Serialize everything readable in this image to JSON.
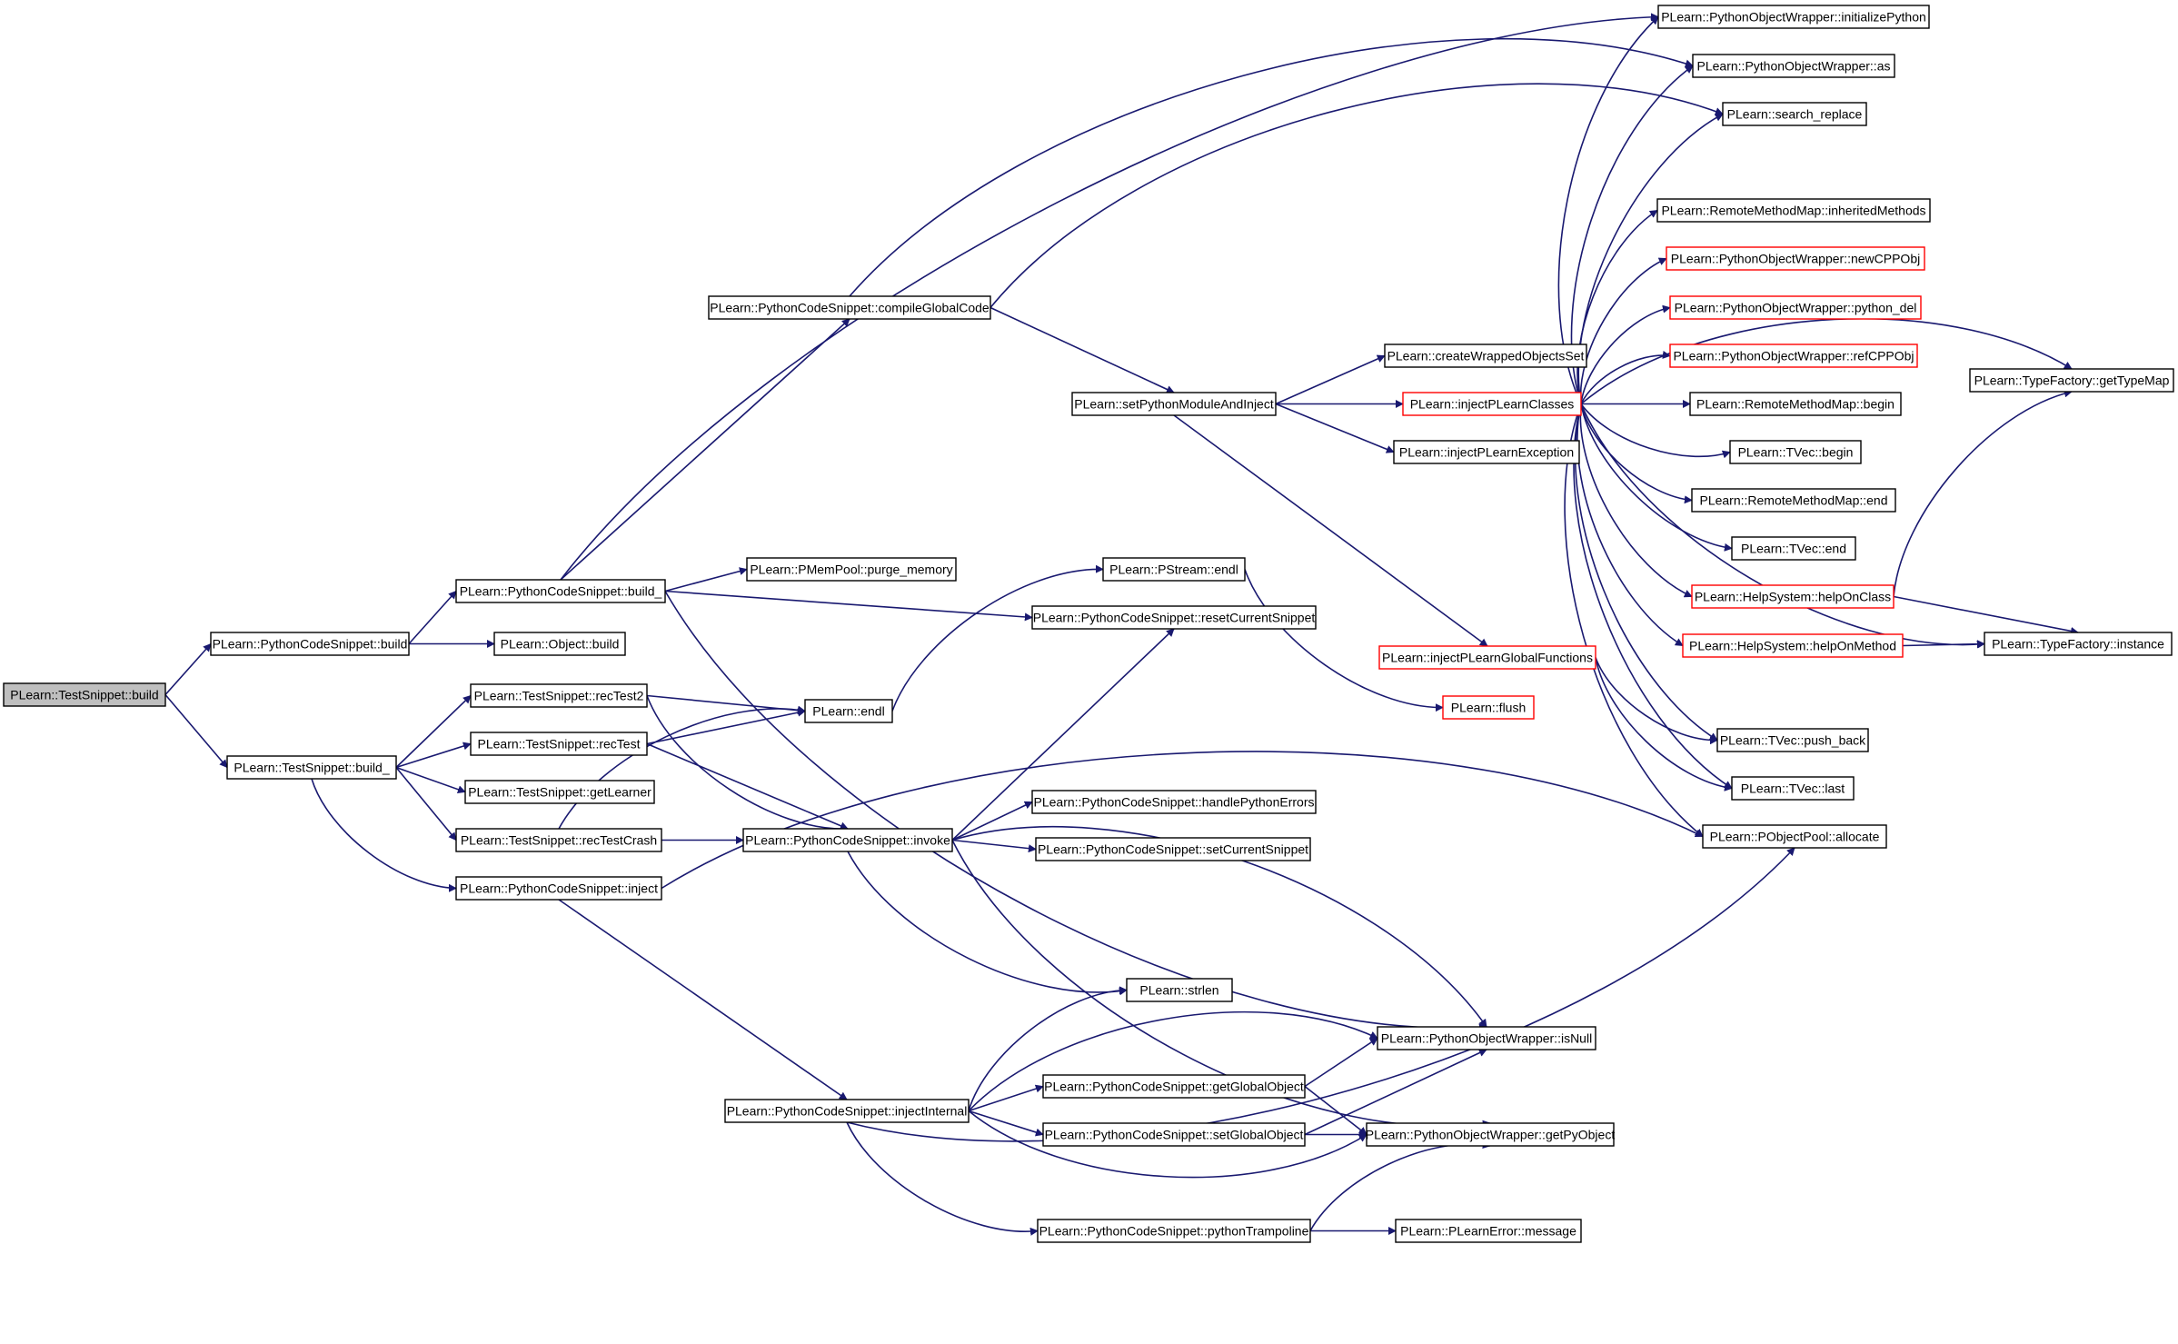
{
  "graph": {
    "edge_color": "#191970",
    "node_border": "#000000",
    "incomplete_border": "#ff0000",
    "root_fill": "#bfbfbf",
    "nodes": [
      {
        "id": "n0",
        "label": "PLearn::TestSnippet::build"
      },
      {
        "id": "n1",
        "label": "PLearn::PythonCodeSnippet::build"
      },
      {
        "id": "n2",
        "label": "PLearn::TestSnippet::build_"
      },
      {
        "id": "n3",
        "label": "PLearn::PythonCodeSnippet::build_"
      },
      {
        "id": "n4",
        "label": "PLearn::Object::build"
      },
      {
        "id": "n5",
        "label": "PLearn::PythonObjectWrapper::initializePython"
      },
      {
        "id": "n6",
        "label": "PLearn::PythonCodeSnippet::compileGlobalCode"
      },
      {
        "id": "n7",
        "label": "PLearn::PMemPool::purge_memory"
      },
      {
        "id": "n8",
        "label": "PLearn::PythonCodeSnippet::resetCurrentSnippet"
      },
      {
        "id": "n9",
        "label": "PLearn::PythonObjectWrapper::isNull"
      },
      {
        "id": "n10",
        "label": "PLearn::PythonObjectWrapper::as"
      },
      {
        "id": "n11",
        "label": "PLearn::search_replace"
      },
      {
        "id": "n12",
        "label": "PLearn::setPythonModuleAndInject"
      },
      {
        "id": "n13",
        "label": "PLearn::createWrappedObjectsSet"
      },
      {
        "id": "n14",
        "label": "PLearn::injectPLearnClasses"
      },
      {
        "id": "n15",
        "label": "PLearn::injectPLearnException"
      },
      {
        "id": "n16",
        "label": "PLearn::injectPLearnGlobalFunctions"
      },
      {
        "id": "n17",
        "label": "PLearn::RemoteMethodMap::inheritedMethods"
      },
      {
        "id": "n18",
        "label": "PLearn::PythonObjectWrapper::newCPPObj"
      },
      {
        "id": "n19",
        "label": "PLearn::PythonObjectWrapper::python_del"
      },
      {
        "id": "n20",
        "label": "PLearn::PythonObjectWrapper::refCPPObj"
      },
      {
        "id": "n21",
        "label": "PLearn::RemoteMethodMap::begin"
      },
      {
        "id": "n22",
        "label": "PLearn::TVec::begin"
      },
      {
        "id": "n23",
        "label": "PLearn::RemoteMethodMap::end"
      },
      {
        "id": "n24",
        "label": "PLearn::TVec::end"
      },
      {
        "id": "n25",
        "label": "PLearn::HelpSystem::helpOnClass"
      },
      {
        "id": "n26",
        "label": "PLearn::HelpSystem::helpOnMethod"
      },
      {
        "id": "n27",
        "label": "PLearn::TVec::push_back"
      },
      {
        "id": "n28",
        "label": "PLearn::TVec::last"
      },
      {
        "id": "n29",
        "label": "PLearn::PObjectPool::allocate"
      },
      {
        "id": "n30",
        "label": "PLearn::TypeFactory::getTypeMap"
      },
      {
        "id": "n31",
        "label": "PLearn::TypeFactory::instance"
      },
      {
        "id": "n32",
        "label": "PLearn::TestSnippet::recTest2"
      },
      {
        "id": "n33",
        "label": "PLearn::TestSnippet::recTest"
      },
      {
        "id": "n34",
        "label": "PLearn::TestSnippet::getLearner"
      },
      {
        "id": "n35",
        "label": "PLearn::TestSnippet::recTestCrash"
      },
      {
        "id": "n36",
        "label": "PLearn::PythonCodeSnippet::inject"
      },
      {
        "id": "n37",
        "label": "PLearn::endl"
      },
      {
        "id": "n38",
        "label": "PLearn::PStream::endl"
      },
      {
        "id": "n39",
        "label": "PLearn::flush"
      },
      {
        "id": "n40",
        "label": "PLearn::PythonCodeSnippet::invoke"
      },
      {
        "id": "n41",
        "label": "PLearn::PythonCodeSnippet::handlePythonErrors"
      },
      {
        "id": "n42",
        "label": "PLearn::PythonCodeSnippet::setCurrentSnippet"
      },
      {
        "id": "n43",
        "label": "PLearn::strlen"
      },
      {
        "id": "n44",
        "label": "PLearn::PythonObjectWrapper::getPyObject"
      },
      {
        "id": "n45",
        "label": "PLearn::PythonCodeSnippet::injectInternal"
      },
      {
        "id": "n46",
        "label": "PLearn::PythonCodeSnippet::getGlobalObject"
      },
      {
        "id": "n47",
        "label": "PLearn::PythonCodeSnippet::setGlobalObject"
      },
      {
        "id": "n48",
        "label": "PLearn::PythonCodeSnippet::pythonTrampoline"
      },
      {
        "id": "n49",
        "label": "PLearn::PLearnError::message"
      }
    ]
  }
}
